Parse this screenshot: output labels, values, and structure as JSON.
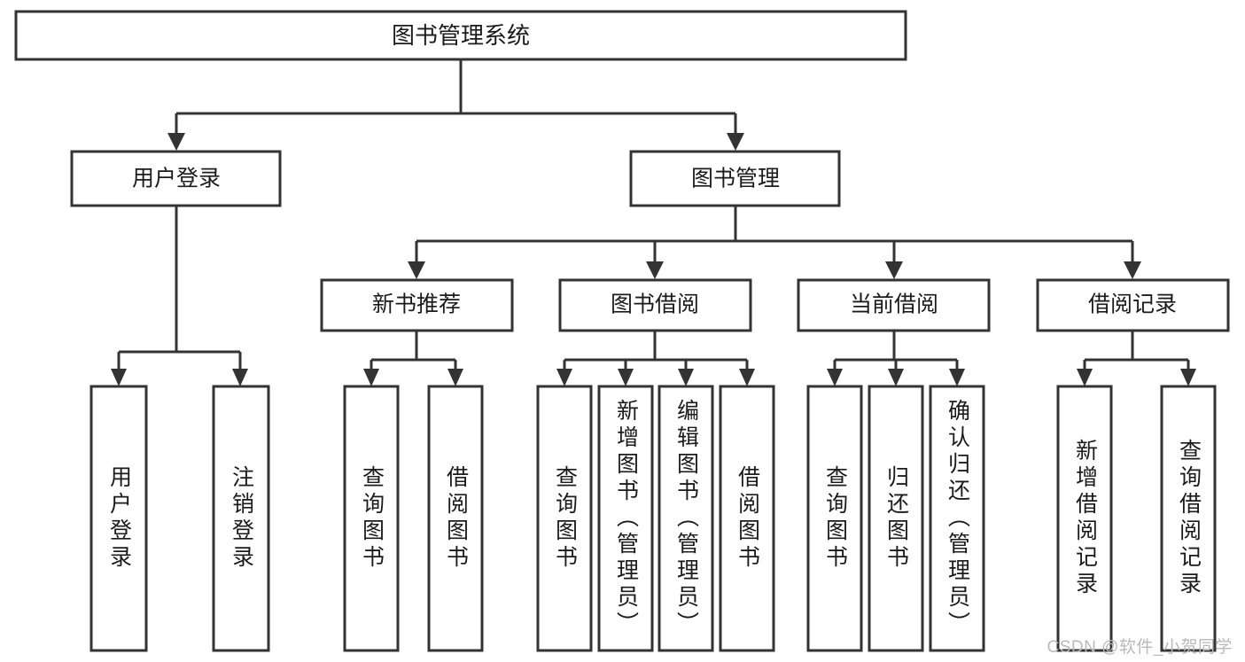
{
  "diagram": {
    "title": "图书管理系统",
    "type": "tree-hierarchy-chart",
    "watermark": "CSDN @软件_小贺同学",
    "colors": {
      "stroke": "#333333",
      "fill": "#ffffff",
      "text": "#1b1b1b",
      "watermark": "#b9b9b9",
      "background": "#ffffff"
    },
    "levels": {
      "root": {
        "label": "图书管理系统"
      },
      "level2": [
        {
          "label": "用户登录"
        },
        {
          "label": "图书管理"
        }
      ],
      "level3": [
        {
          "label": "新书推荐"
        },
        {
          "label": "图书借阅"
        },
        {
          "label": "当前借阅"
        },
        {
          "label": "借阅记录"
        }
      ],
      "leaves": [
        {
          "label": "用户登录",
          "parent": "用户登录"
        },
        {
          "label": "注销登录",
          "parent": "用户登录"
        },
        {
          "label": "查询图书",
          "parent": "新书推荐"
        },
        {
          "label": "借阅图书",
          "parent": "新书推荐"
        },
        {
          "label": "查询图书",
          "parent": "图书借阅"
        },
        {
          "label": "新增图书（管理员）",
          "parent": "图书借阅"
        },
        {
          "label": "编辑图书（管理员）",
          "parent": "图书借阅"
        },
        {
          "label": "借阅图书",
          "parent": "图书借阅"
        },
        {
          "label": "查询图书",
          "parent": "当前借阅"
        },
        {
          "label": "归还图书",
          "parent": "当前借阅"
        },
        {
          "label": "确认归还（管理员）",
          "parent": "当前借阅"
        },
        {
          "label": "新增借阅记录",
          "parent": "借阅记录"
        },
        {
          "label": "查询借阅记录",
          "parent": "借阅记录"
        }
      ]
    }
  }
}
